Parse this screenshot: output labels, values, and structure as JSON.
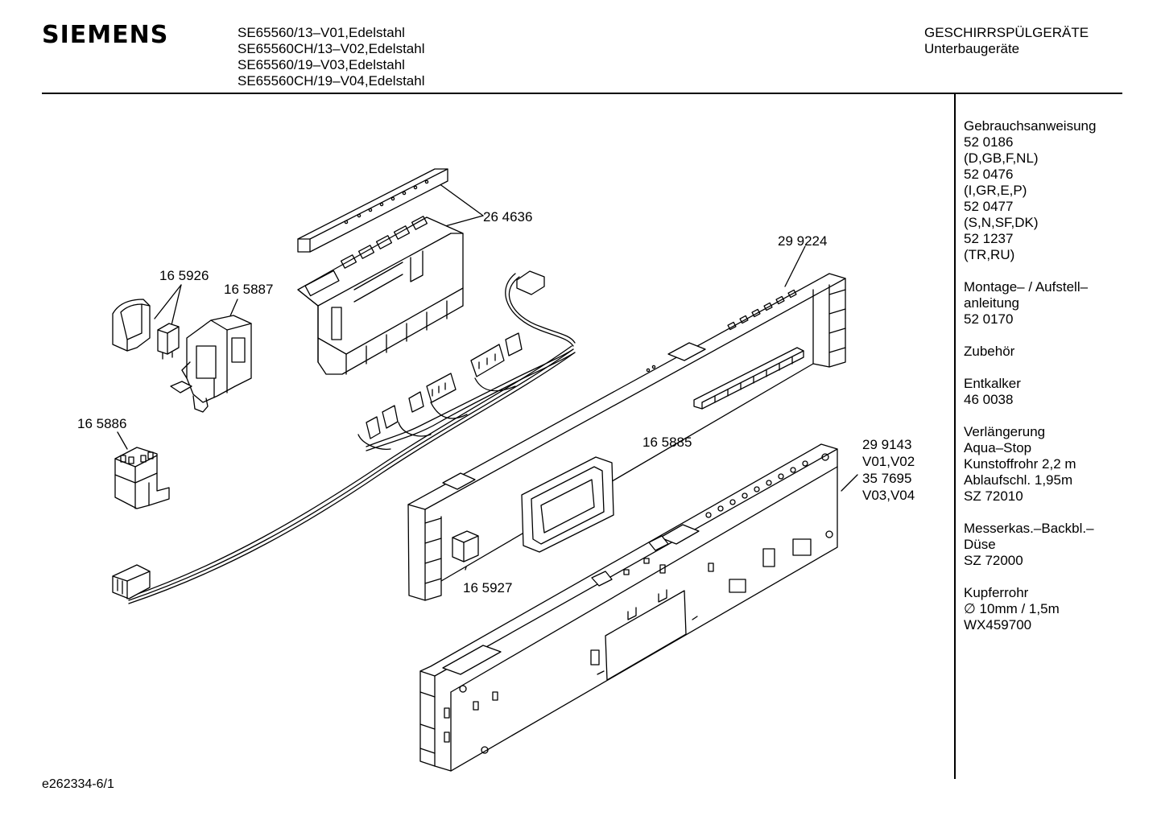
{
  "header": {
    "brand": "SIEMENS",
    "models": [
      "SE65560/13–V01,Edelstahl",
      "SE65560CH/13–V02,Edelstahl",
      "SE65560/19–V03,Edelstahl",
      "SE65560CH/19–V04,Edelstahl"
    ],
    "category_title": "GESCHIRRSPÜLGERÄTE",
    "category_sub": "Unterbaugeräte"
  },
  "sidebar": {
    "groups": [
      [
        "Gebrauchsanweisung",
        "52 0186",
        "(D,GB,F,NL)",
        "52 0476",
        "(I,GR,E,P)",
        "52 0477",
        "(S,N,SF,DK)",
        "52 1237",
        "(TR,RU)"
      ],
      [
        "Montage– / Aufstell–",
        "anleitung",
        "52 0170"
      ],
      [
        "Zubehör"
      ],
      [
        "Entkalker",
        "46 0038"
      ],
      [
        "Verlängerung",
        "Aqua–Stop",
        "Kunstoffrohr 2,2 m",
        "Ablaufschl. 1,95m",
        "SZ 72010"
      ],
      [
        "Messerkas.–Backbl.–",
        "Düse",
        "SZ 72000"
      ],
      [
        "Kupferrohr",
        "∅ 10mm / 1,5m",
        "WX459700"
      ]
    ]
  },
  "parts": {
    "p264636": "26 4636",
    "p299224": "29 9224",
    "p165926": "16 5926",
    "p165887": "16 5887",
    "p165886": "16 5886",
    "p165885": "16 5885",
    "p165927": "16 5927",
    "p299143": "29 9143",
    "v0102": "V01,V02",
    "p357695": "35 7695",
    "v0304": "V03,V04"
  },
  "footer": {
    "code": "e262334-6/1"
  }
}
